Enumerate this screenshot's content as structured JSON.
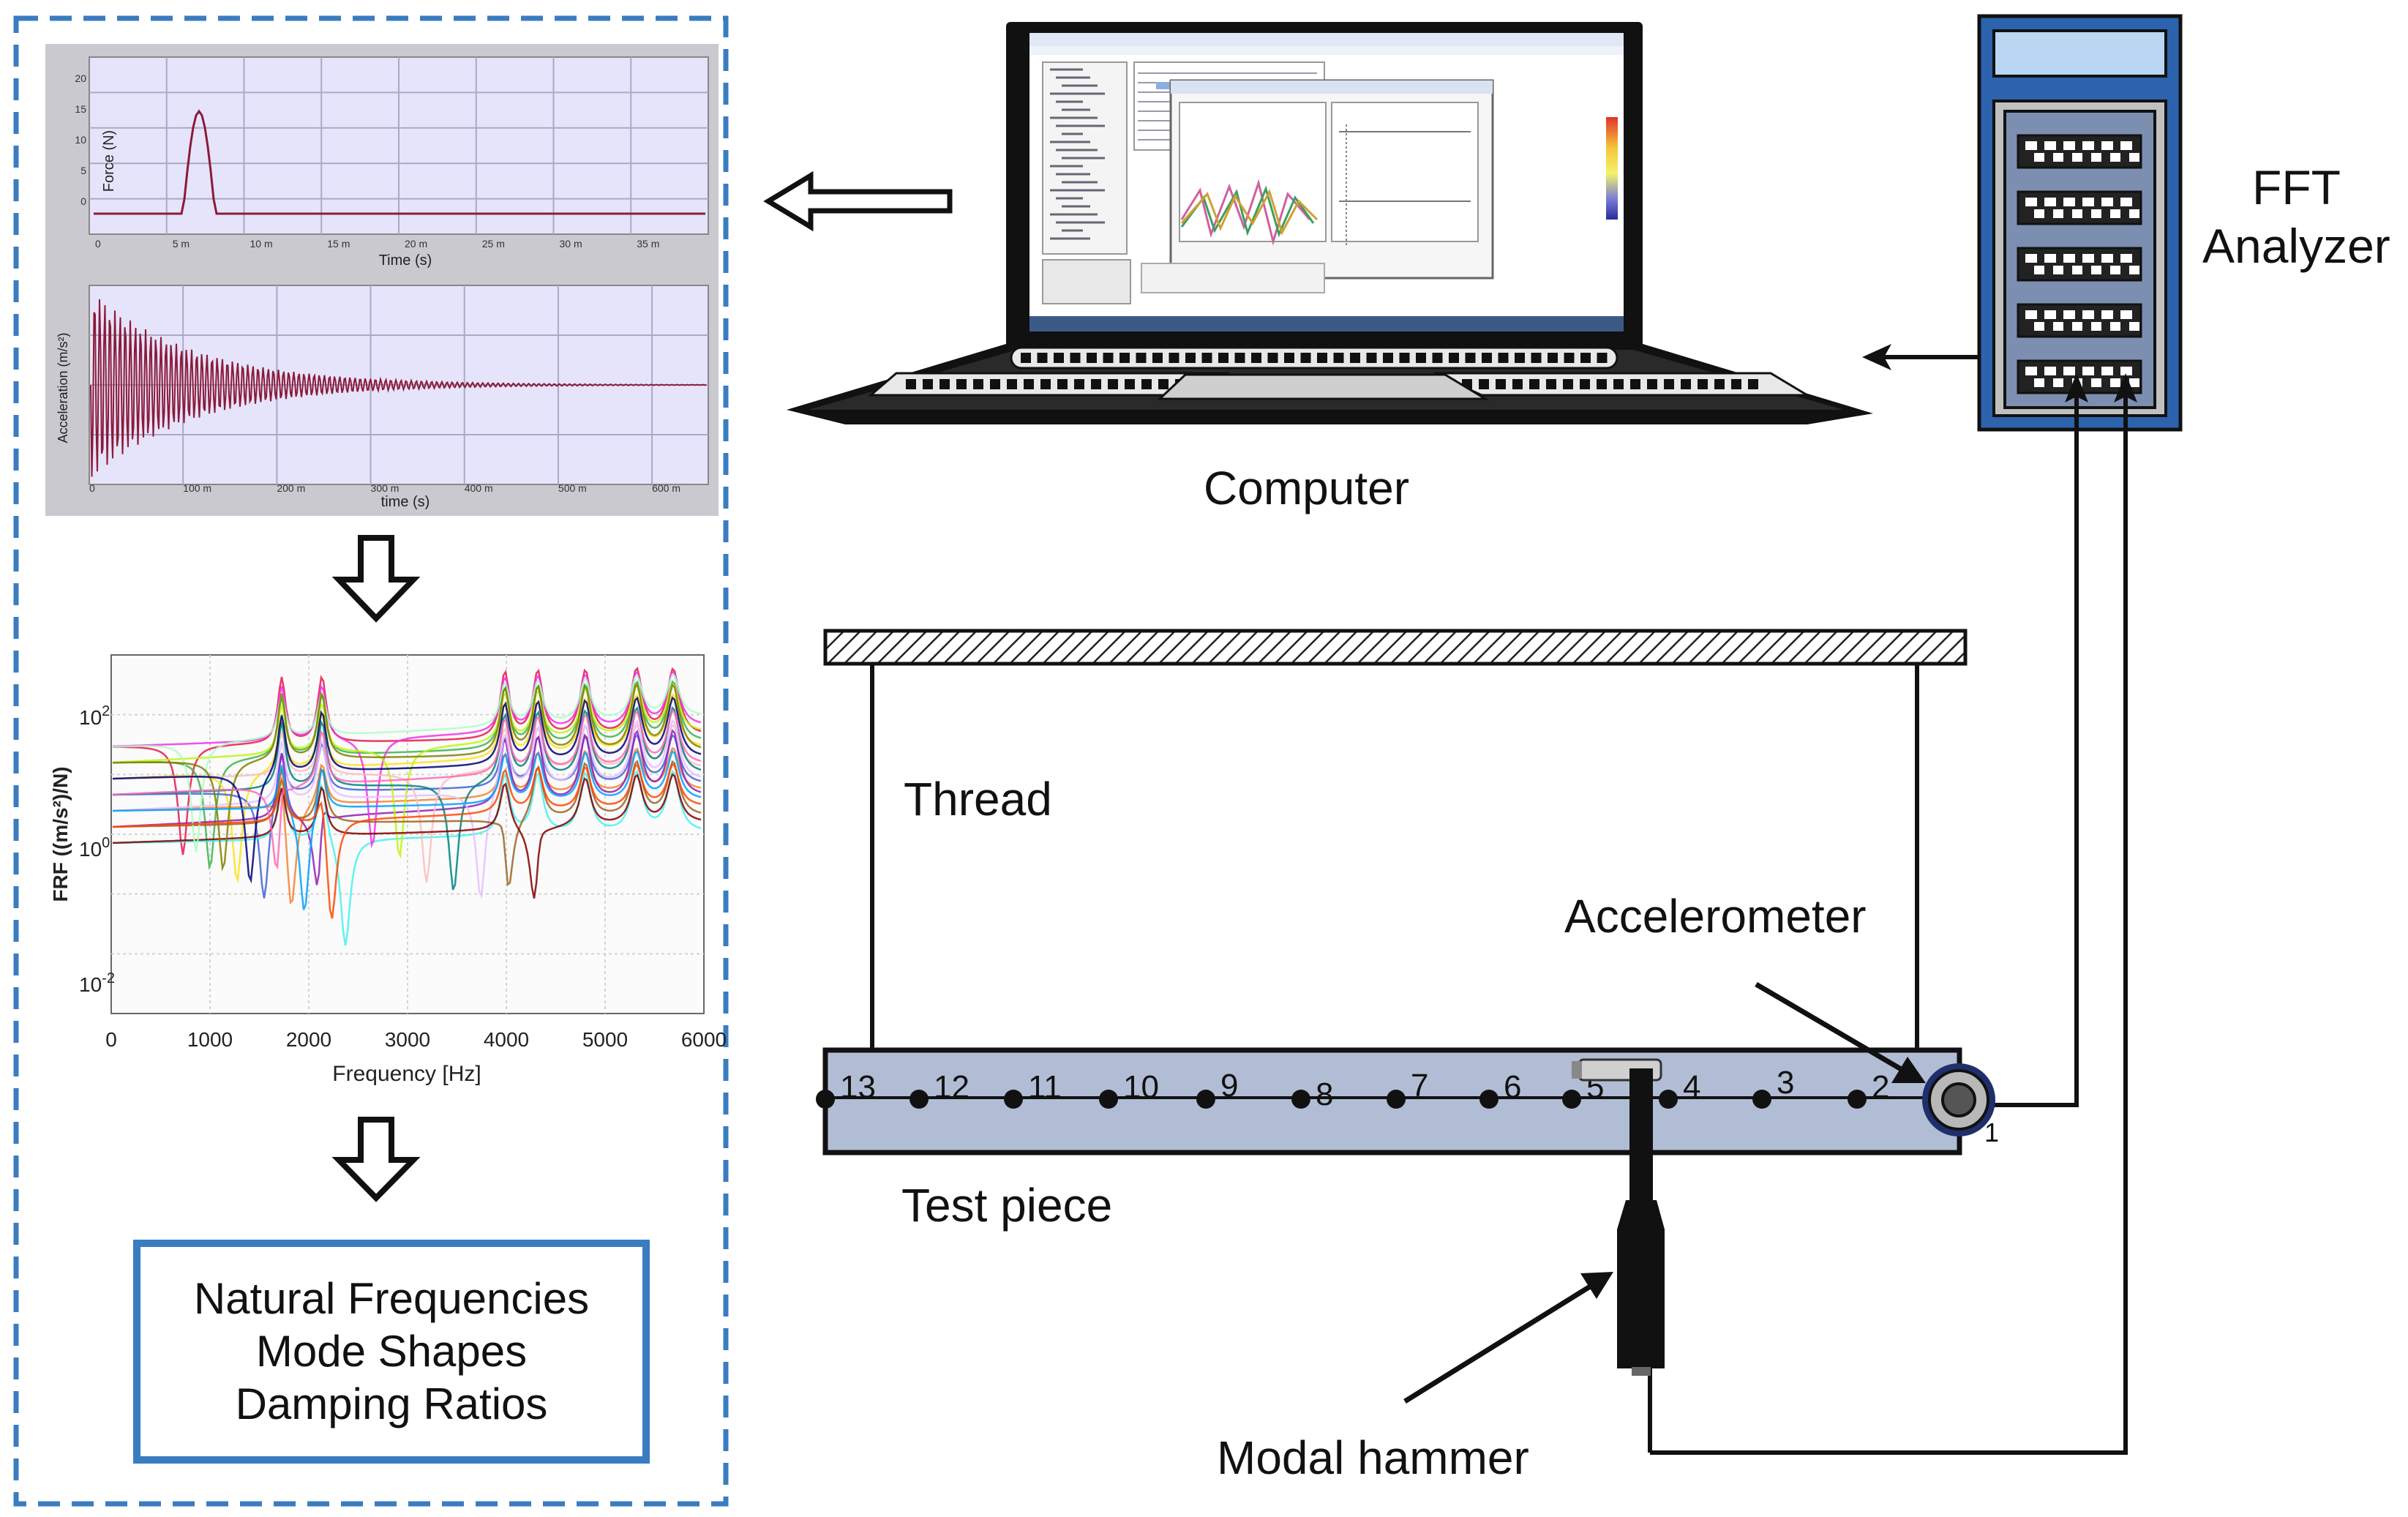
{
  "labels": {
    "computer": "Computer",
    "fft_analyzer": [
      "FFT",
      "Analyzer"
    ],
    "thread": "Thread",
    "accelerometer": "Accelerometer",
    "test_piece": "Test piece",
    "modal_hammer": "Modal hammer"
  },
  "results": [
    "Natural Frequencies",
    "Mode Shapes",
    "Damping Ratios"
  ],
  "measurement_points": [
    "13",
    "12",
    "11",
    "10",
    "9",
    "8",
    "7",
    "6",
    "5",
    "4",
    "3",
    "2",
    "1"
  ],
  "force_plot": {
    "ylabel": "Force (N)",
    "xlabel": "Time (s)",
    "yticks": [
      "20",
      "15",
      "10",
      "5",
      "0"
    ],
    "xticks": [
      "0",
      "5 m",
      "10 m",
      "15 m",
      "20 m",
      "25 m",
      "30 m",
      "35 m"
    ]
  },
  "accel_plot": {
    "ylabel": "Acceleration (m/s²)",
    "xlabel": "time (s)",
    "xticks": [
      "0",
      "100 m",
      "200 m",
      "300 m",
      "400 m",
      "500 m",
      "600 m"
    ]
  },
  "frf_plot": {
    "ylabel": "FRF ((m/s²)/N)",
    "xlabel": "Frequency [Hz]",
    "ytick_base": "10",
    "ytick_exponents": [
      "2",
      "0",
      "-2"
    ],
    "xticks": [
      "0",
      "1000",
      "2000",
      "3000",
      "4000",
      "5000",
      "6000"
    ]
  },
  "colors": {
    "dashed_border": "#3a7cc0",
    "result_box": "#3a7cc0",
    "plot_bg": "#e6e4fa",
    "signal": "#8b1a3a",
    "test_piece": "#b1bdd4",
    "analyzer_body": "#2d63ad",
    "analyzer_screen": "#b9d6f2"
  }
}
